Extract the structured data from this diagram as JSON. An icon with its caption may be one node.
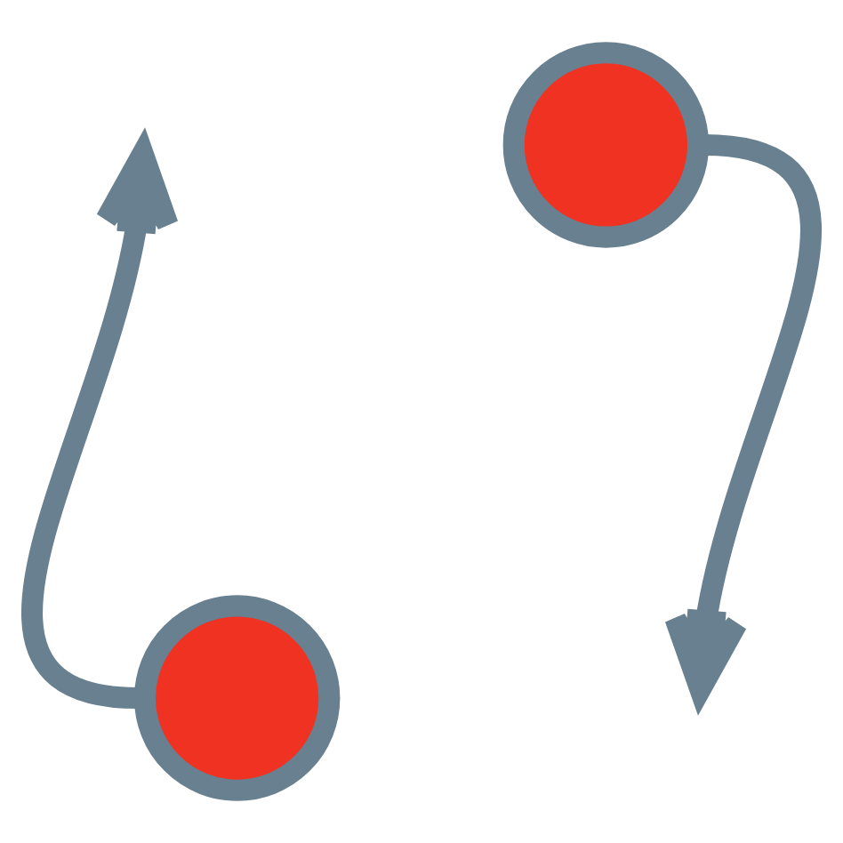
{
  "diagram": {
    "nodes": [
      {
        "text": [],
        "shape": "circle"
      },
      {
        "text": [],
        "shape": "circle"
      }
    ],
    "edges": [
      {
        "from": 0,
        "to": null,
        "arrow": "to"
      },
      {
        "from": 1,
        "to": null,
        "arrow": "to"
      }
    ]
  }
}
